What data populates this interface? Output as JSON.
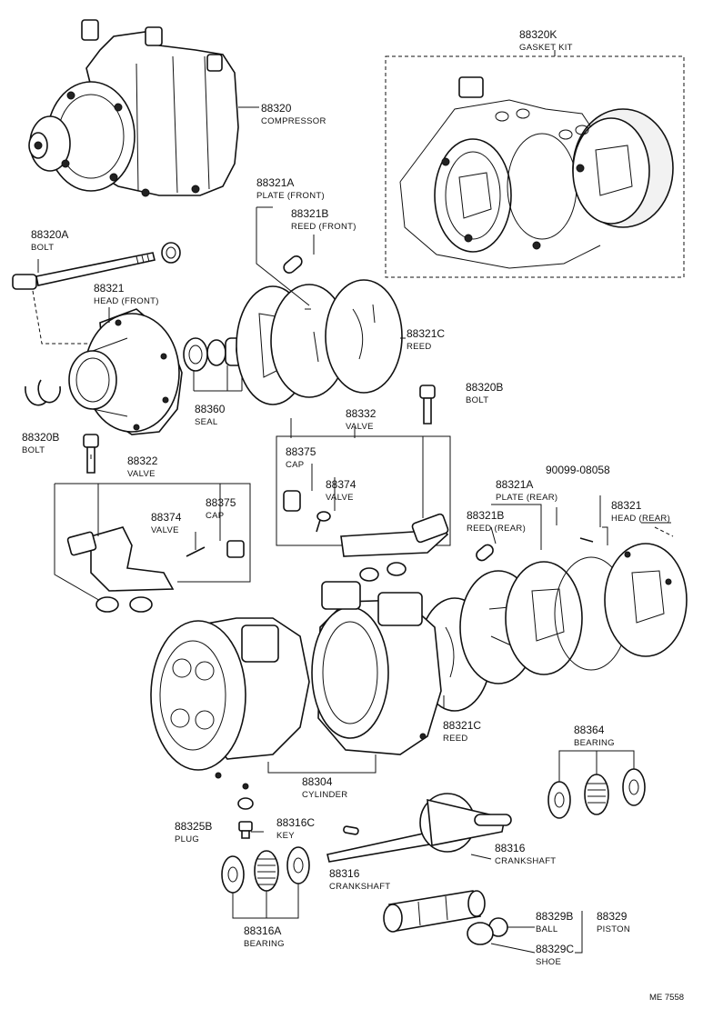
{
  "parts": [
    {
      "id": "compressor",
      "number": "88320",
      "name": "COMPRESSOR"
    },
    {
      "id": "gasket-kit",
      "number": "88320K",
      "name": "GASKET KIT"
    },
    {
      "id": "bolt-long",
      "number": "88320A",
      "name": "BOLT"
    },
    {
      "id": "plate-front",
      "number": "88321A",
      "name": "PLATE (FRONT)"
    },
    {
      "id": "reed-front",
      "number": "88321B",
      "name": "REED (FRONT)"
    },
    {
      "id": "head-front",
      "number": "88321",
      "name": "HEAD (FRONT)"
    },
    {
      "id": "reed-c-upper",
      "number": "88321C",
      "name": "REED"
    },
    {
      "id": "seal",
      "number": "88360",
      "name": "SEAL"
    },
    {
      "id": "bolt-right",
      "number": "88320B",
      "name": "BOLT"
    },
    {
      "id": "bolt-left",
      "number": "88320B",
      "name": "BOLT"
    },
    {
      "id": "valve-upper",
      "number": "88332",
      "name": "VALVE"
    },
    {
      "id": "cap-upper",
      "number": "88375",
      "name": "CAP"
    },
    {
      "id": "valve-sub-upper",
      "number": "88374",
      "name": "VALVE"
    },
    {
      "id": "valve-left",
      "number": "88322",
      "name": "VALVE"
    },
    {
      "id": "valve-sub-left",
      "number": "88374",
      "name": "VALVE"
    },
    {
      "id": "cap-left",
      "number": "88375",
      "name": "CAP"
    },
    {
      "id": "pin",
      "number": "90099-08058",
      "name": ""
    },
    {
      "id": "plate-rear",
      "number": "88321A",
      "name": "PLATE (REAR)"
    },
    {
      "id": "reed-rear",
      "number": "88321B",
      "name": "REED (REAR)"
    },
    {
      "id": "head-rear",
      "number": "88321",
      "name": "HEAD (REAR)"
    },
    {
      "id": "reed-c-lower",
      "number": "88321C",
      "name": "REED"
    },
    {
      "id": "bearing-right",
      "number": "88364",
      "name": "BEARING"
    },
    {
      "id": "cylinder",
      "number": "88304",
      "name": "CYLINDER"
    },
    {
      "id": "plug",
      "number": "88325B",
      "name": "PLUG"
    },
    {
      "id": "key",
      "number": "88316C",
      "name": "KEY"
    },
    {
      "id": "crankshaft-right",
      "number": "88316",
      "name": "CRANKSHAFT"
    },
    {
      "id": "crankshaft-left",
      "number": "88316",
      "name": "CRANKSHAFT"
    },
    {
      "id": "bearing-left",
      "number": "88316A",
      "name": "BEARING"
    },
    {
      "id": "ball",
      "number": "88329B",
      "name": "BALL"
    },
    {
      "id": "piston",
      "number": "88329",
      "name": "PISTON"
    },
    {
      "id": "shoe",
      "number": "88329C",
      "name": "SHOE"
    }
  ],
  "reference": "ME 7558"
}
